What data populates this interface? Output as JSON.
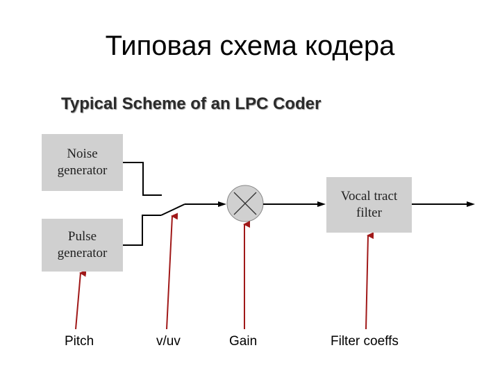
{
  "title": "Типовая схема кодера",
  "subtitle": "Typical Scheme of an LPC Coder",
  "blocks": {
    "noise_generator": "Noise\ngenerator",
    "pulse_generator": "Pulse\ngenerator",
    "vocal_tract_filter": "Vocal tract\nfilter"
  },
  "inputs": {
    "pitch": "Pitch",
    "vuv": "v/uv",
    "gain": "Gain",
    "filter_coeffs": "Filter coeffs"
  },
  "colors": {
    "block_fill": "#d0d0d0",
    "arrow_red": "#a01818",
    "line_black": "#000000"
  }
}
